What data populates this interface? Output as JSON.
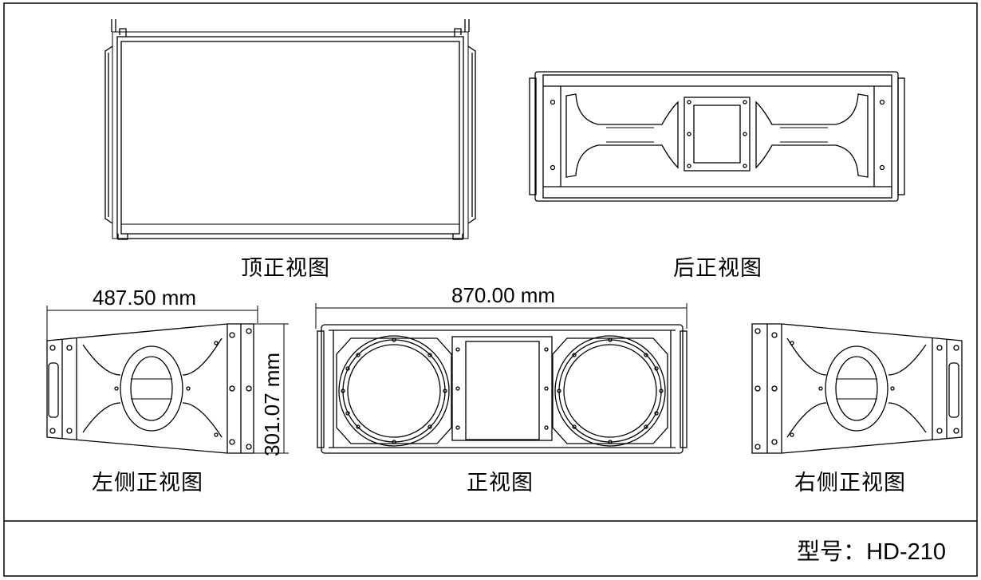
{
  "views": {
    "top": "顶正视图",
    "rear": "后正视图",
    "left": "左侧正视图",
    "front": "正视图",
    "right": "右侧正视图"
  },
  "dimensions": {
    "depth": "487.50 mm",
    "width": "870.00 mm",
    "height": "301.07 mm"
  },
  "model": {
    "label": "型号：",
    "value": "HD-210"
  }
}
